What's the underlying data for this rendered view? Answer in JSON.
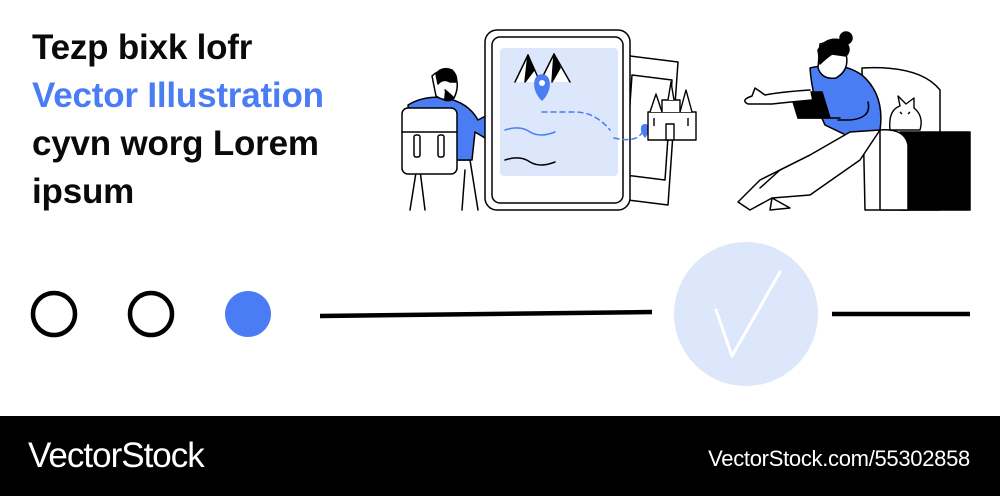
{
  "headline": {
    "line1": "Tezp bixk lofr",
    "line2": "Vector Illustration",
    "line3": "cyvn worg Lorem",
    "line4": "ipsum"
  },
  "illustration": {
    "scene": "travel-and-remote-work-icons",
    "icons": [
      "backpacker-icon",
      "map-tablet-icon",
      "location-pin-icon",
      "castle-icon",
      "woman-with-laptop-icon",
      "armchair-icon",
      "cat-icon"
    ]
  },
  "progress": {
    "steps": [
      "step-empty",
      "step-empty",
      "step-filled"
    ],
    "check_icon": "check-icon"
  },
  "footer": {
    "brand": "VectorStock",
    "stock_id": "VectorStock.com/55302858"
  },
  "colors": {
    "accent": "#4a7cf4",
    "light_accent": "#dde7fb",
    "text": "#0a0a0a",
    "footer_bg": "#000000",
    "footer_text": "#ffffff"
  }
}
